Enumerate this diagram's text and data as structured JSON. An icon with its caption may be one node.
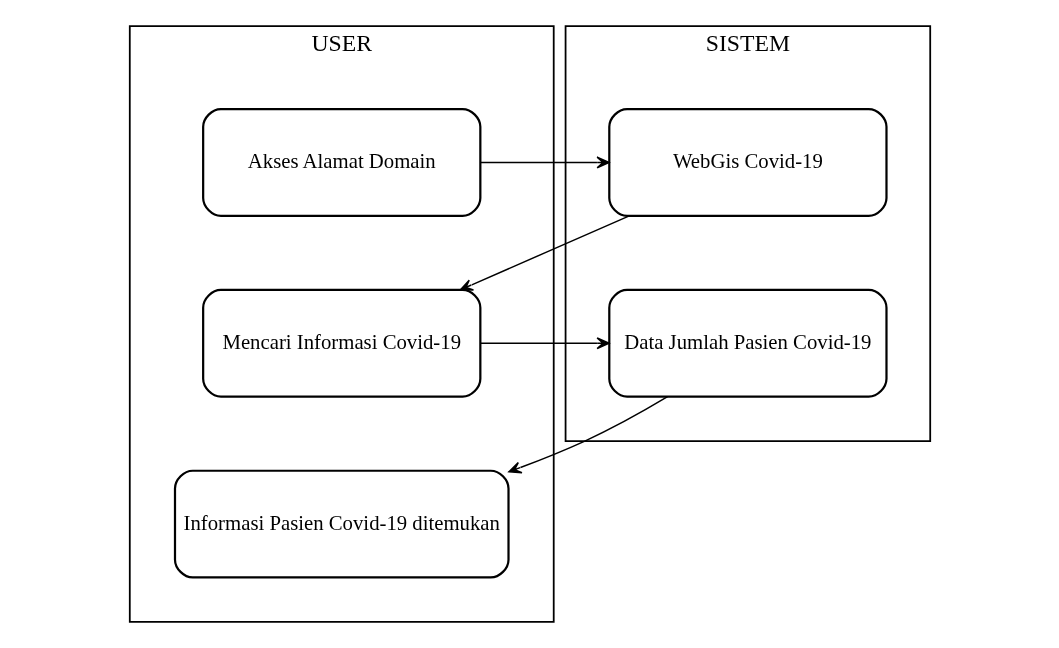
{
  "diagram": {
    "nodes": [
      {
        "text": [
          "USER"
        ]
      },
      {
        "text": [
          "SISTEM"
        ]
      },
      {
        "text": [
          "Akses Alamat Domain"
        ],
        "in": 0
      },
      {
        "text": [
          "WebGis Covid-19"
        ],
        "in": 1
      },
      {
        "text": [
          "Mencari Informasi Covid-19"
        ],
        "in": 0
      },
      {
        "text": [
          "Data Jumlah Pasien Covid-19"
        ],
        "in": 1
      },
      {
        "text": [
          "Informasi Pasien Covid-19 ditemukan"
        ],
        "in": 0
      }
    ],
    "edges": [
      {
        "from": 2,
        "to": 3,
        "arrow": "to"
      },
      {
        "from": 3,
        "to": 4,
        "arrow": "to"
      },
      {
        "from": 4,
        "to": 5,
        "arrow": "to"
      },
      {
        "from": 5,
        "to": 6,
        "arrow": "to"
      }
    ]
  }
}
